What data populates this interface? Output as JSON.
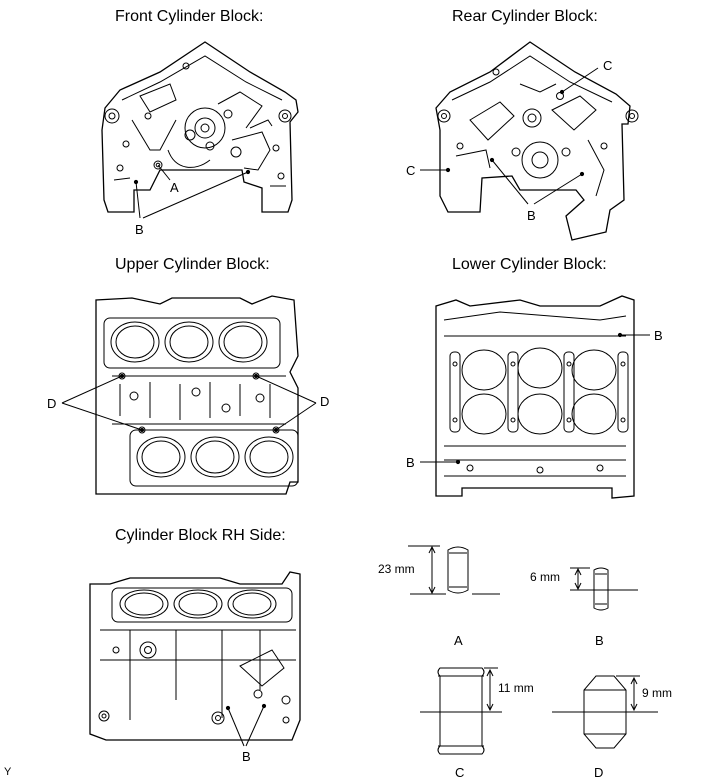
{
  "titles": {
    "front": "Front Cylinder Block:",
    "rear": "Rear Cylinder Block:",
    "upper": "Upper Cylinder Block:",
    "lower": "Lower Cylinder Block:",
    "rh_side": "Cylinder Block RH Side:"
  },
  "callouts": {
    "front_a": "A",
    "front_b": "B",
    "rear_c_top": "C",
    "rear_c_left": "C",
    "rear_b": "B",
    "upper_d_left": "D",
    "upper_d_right": "D",
    "lower_b_top": "B",
    "lower_b_left": "B",
    "rh_b": "B"
  },
  "pins": {
    "a": {
      "label": "A",
      "length": "23 mm"
    },
    "b": {
      "label": "B",
      "length": "6 mm"
    },
    "c": {
      "label": "C",
      "length": "11 mm"
    },
    "d": {
      "label": "D",
      "length": "9 mm"
    }
  },
  "corner_mark": "Y"
}
